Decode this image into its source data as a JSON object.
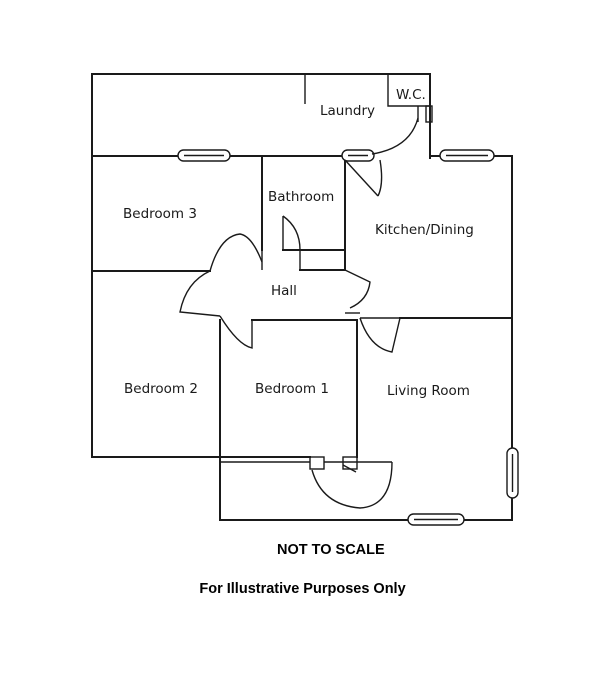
{
  "rooms": {
    "laundry": "Laundry",
    "wc": "W.C.",
    "bathroom": "Bathroom",
    "bedroom3": "Bedroom 3",
    "kitchen": "Kitchen/Dining",
    "hall": "Hall",
    "bedroom2": "Bedroom 2",
    "bedroom1": "Bedroom 1",
    "living": "Living Room"
  },
  "notes": {
    "scale": "NOT TO SCALE",
    "purpose": "For Illustrative Purposes Only"
  },
  "colors": {
    "line": "#1a1a1a",
    "background": "#ffffff"
  }
}
